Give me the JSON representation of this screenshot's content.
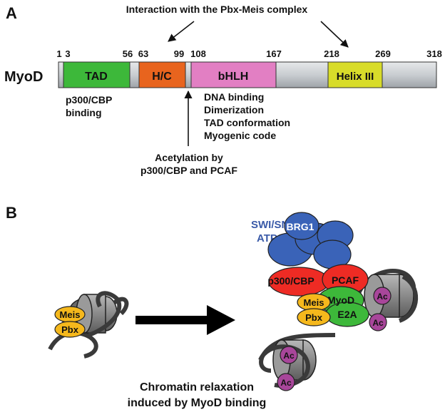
{
  "panel_a": {
    "letter": "A",
    "protein": "MyoD",
    "top_annotation": "Interaction with the Pbx-Meis complex",
    "positions": [
      "1",
      "3",
      "56",
      "63",
      "99",
      "108",
      "167",
      "218",
      "269",
      "318"
    ],
    "domains": {
      "tad": "TAD",
      "hc": "H/C",
      "bhlh": "bHLH",
      "helix3": "Helix III"
    },
    "tad_note": [
      "p300/CBP",
      "binding"
    ],
    "bhlh_notes": [
      "DNA binding",
      "Dimerization",
      "TAD conformation",
      "Myogenic code"
    ],
    "acetylation_note": [
      "Acetylation by",
      "p300/CBP and PCAF"
    ],
    "colors": {
      "tad": "#3db83a",
      "hc": "#e8641e",
      "bhlh": "#e27fc3",
      "helix3": "#d8dc2a",
      "backbone": "#d0d3d6"
    }
  },
  "panel_b": {
    "letter": "B",
    "swisnf_label": [
      "SWI/SNF",
      "ATPase"
    ],
    "brg1": "BRG1",
    "p300cbp": "p300/CBP",
    "pcaf": "PCAF",
    "myod": "MyoD",
    "e2a": "E2A",
    "meis": "Meis",
    "pbx": "Pbx",
    "ac": "Ac",
    "caption": [
      "Chromatin relaxation",
      "induced by MyoD binding"
    ],
    "colors": {
      "brg1": "#3a63b8",
      "swisnf_text": "#3a5aa8",
      "red": "#ee2b24",
      "green": "#3db83a",
      "yellow": "#f5b81c",
      "ac": "#a8469a",
      "nucleosome": "#8a8a8a"
    }
  }
}
